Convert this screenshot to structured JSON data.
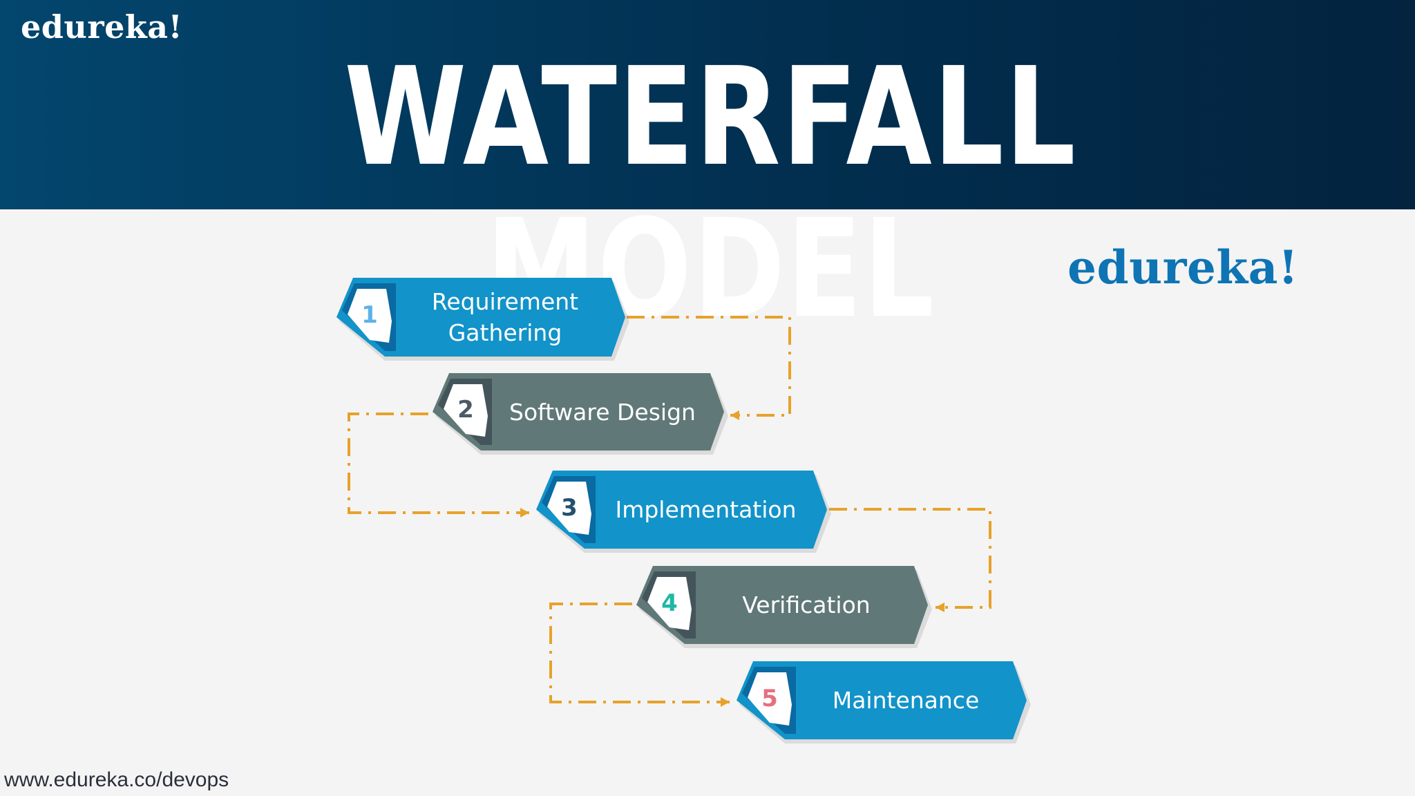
{
  "header": {
    "brand": "edureka!",
    "title": "WATERFALL MODEL"
  },
  "brand_body": "edureka!",
  "footer": {
    "url": "www.edureka.co/devops"
  },
  "diagram": {
    "steps": [
      {
        "number": "1",
        "label": "Requirement Gathering",
        "style": "blue",
        "number_color": "#5fb2e6"
      },
      {
        "number": "2",
        "label": "Software Design",
        "style": "gray",
        "number_color": "#4a5a66"
      },
      {
        "number": "3",
        "label": "Implementation",
        "style": "blue",
        "number_color": "#24506e"
      },
      {
        "number": "4",
        "label": "Verification",
        "style": "gray",
        "number_color": "#1fb8a6"
      },
      {
        "number": "5",
        "label": "Maintenance",
        "style": "blue",
        "number_color": "#e6707e"
      }
    ],
    "colors": {
      "blue": "#1293c9",
      "blue_dark": "#0a6aa2",
      "gray": "#617878",
      "gray_dark": "#43555a",
      "connector": "#e6a22a"
    }
  }
}
